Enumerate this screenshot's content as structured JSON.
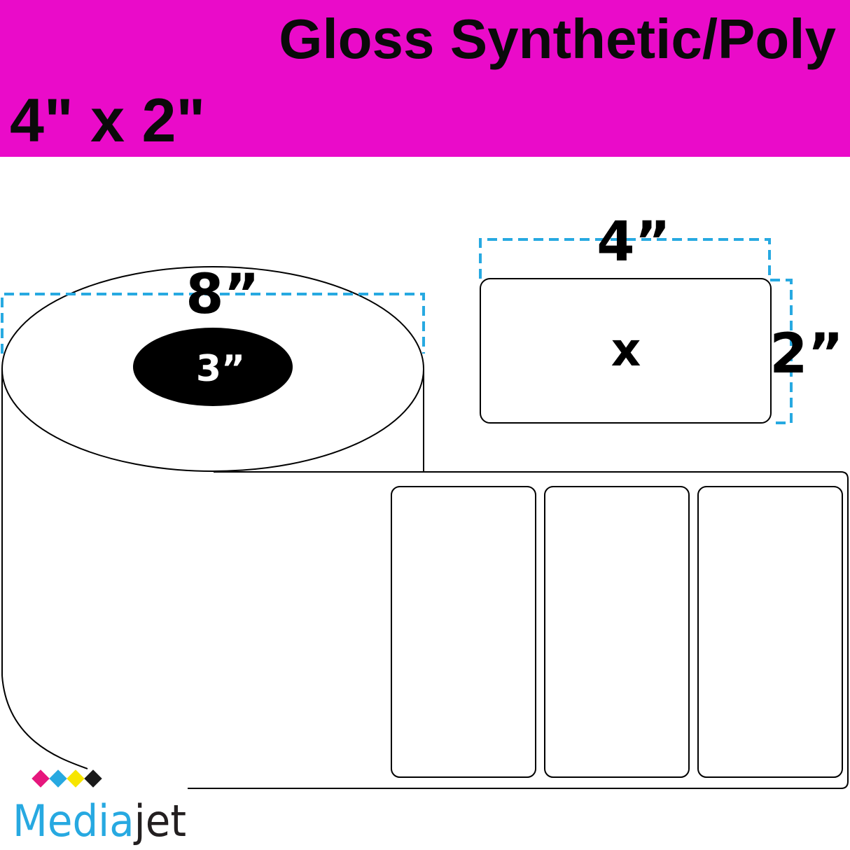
{
  "header": {
    "title": "Gloss Synthetic/Poly",
    "size": "4\" x 2\""
  },
  "roll": {
    "outer_diameter_label": "8”",
    "core_label": "3”"
  },
  "label_preview": {
    "width_label": "4”",
    "height_label": "2”",
    "separator": "x"
  },
  "labels_on_liner": 3,
  "brand": {
    "name_part1": "Media",
    "name_part2": "jet",
    "diamond_colors": [
      "#e6177d",
      "#27a9e1",
      "#f7e500",
      "#1a1a1a"
    ]
  },
  "colors": {
    "banner": "#ea0bc9",
    "dimension_line": "#27a9e1",
    "text": "#0a0a0a",
    "brand_blue": "#27a9e1",
    "brand_dark": "#231f20"
  }
}
